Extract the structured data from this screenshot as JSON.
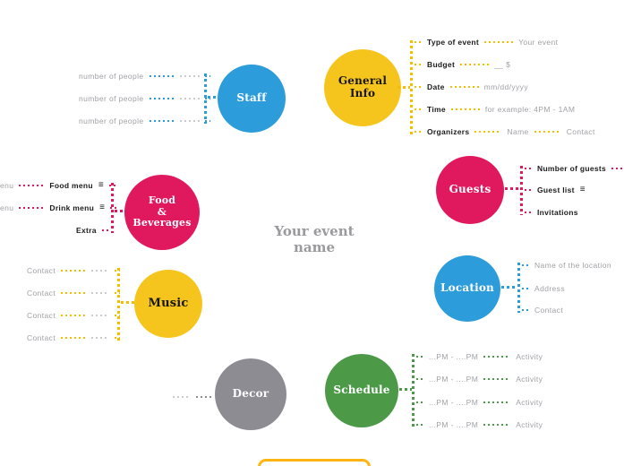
{
  "title": "Your event name",
  "colors": {
    "blue": "#2D9CDB",
    "yellow": "#F6C51D",
    "yellow_line": "#F2BE00",
    "pink": "#E0195E",
    "green": "#4C9A48",
    "gray": "#8C8C92",
    "text_gray": "#A0A1A6",
    "text_black": "#1B1B1B",
    "amber": "#FFB612"
  },
  "icons": {
    "list": "≡"
  },
  "nodes": {
    "staff": {
      "label": "Staff"
    },
    "general": {
      "line1": "General",
      "line2": "Info"
    },
    "guests": {
      "label": "Guests"
    },
    "food": {
      "line1": "Food",
      "line2": "&",
      "line3": "Beverages"
    },
    "location": {
      "label": "Location"
    },
    "music": {
      "label": "Music"
    },
    "decor": {
      "label": "Decor"
    },
    "schedule": {
      "label": "Schedule"
    }
  },
  "general_rows": [
    {
      "label": "Type of event",
      "value": "Your event"
    },
    {
      "label": "Budget",
      "value": "__ $"
    },
    {
      "label": "Date",
      "value": "mm/dd/yyyy"
    },
    {
      "label": "Time",
      "value": "for example: 4PM - 1AM"
    },
    {
      "label": "Organizers",
      "value": "Name",
      "value2": "Contact"
    }
  ],
  "staff_rows": [
    {
      "label": "number of people"
    },
    {
      "label": "number of people"
    },
    {
      "label": "number of people"
    }
  ],
  "guests_rows": [
    {
      "label": "Number of guests"
    },
    {
      "label": "Guest list"
    },
    {
      "label": "Invitations"
    }
  ],
  "food_rows": [
    {
      "clipped": "enu",
      "label": "Food menu"
    },
    {
      "clipped": "enu",
      "label": "Drink menu"
    },
    {
      "label": "Extra"
    }
  ],
  "location_rows": [
    {
      "label": "Name of the location"
    },
    {
      "label": "Address"
    },
    {
      "label": "Contact"
    }
  ],
  "music_rows": [
    {
      "label": "Contact"
    },
    {
      "label": "Contact"
    },
    {
      "label": "Contact"
    },
    {
      "label": "Contact"
    }
  ],
  "schedule_rows": [
    {
      "time": "...PM - ....PM",
      "value": "Activity"
    },
    {
      "time": "...PM - ....PM",
      "value": "Activity"
    },
    {
      "time": "...PM - ....PM",
      "value": "Activity"
    },
    {
      "time": "...PM - ....PM",
      "value": "Activity"
    }
  ]
}
